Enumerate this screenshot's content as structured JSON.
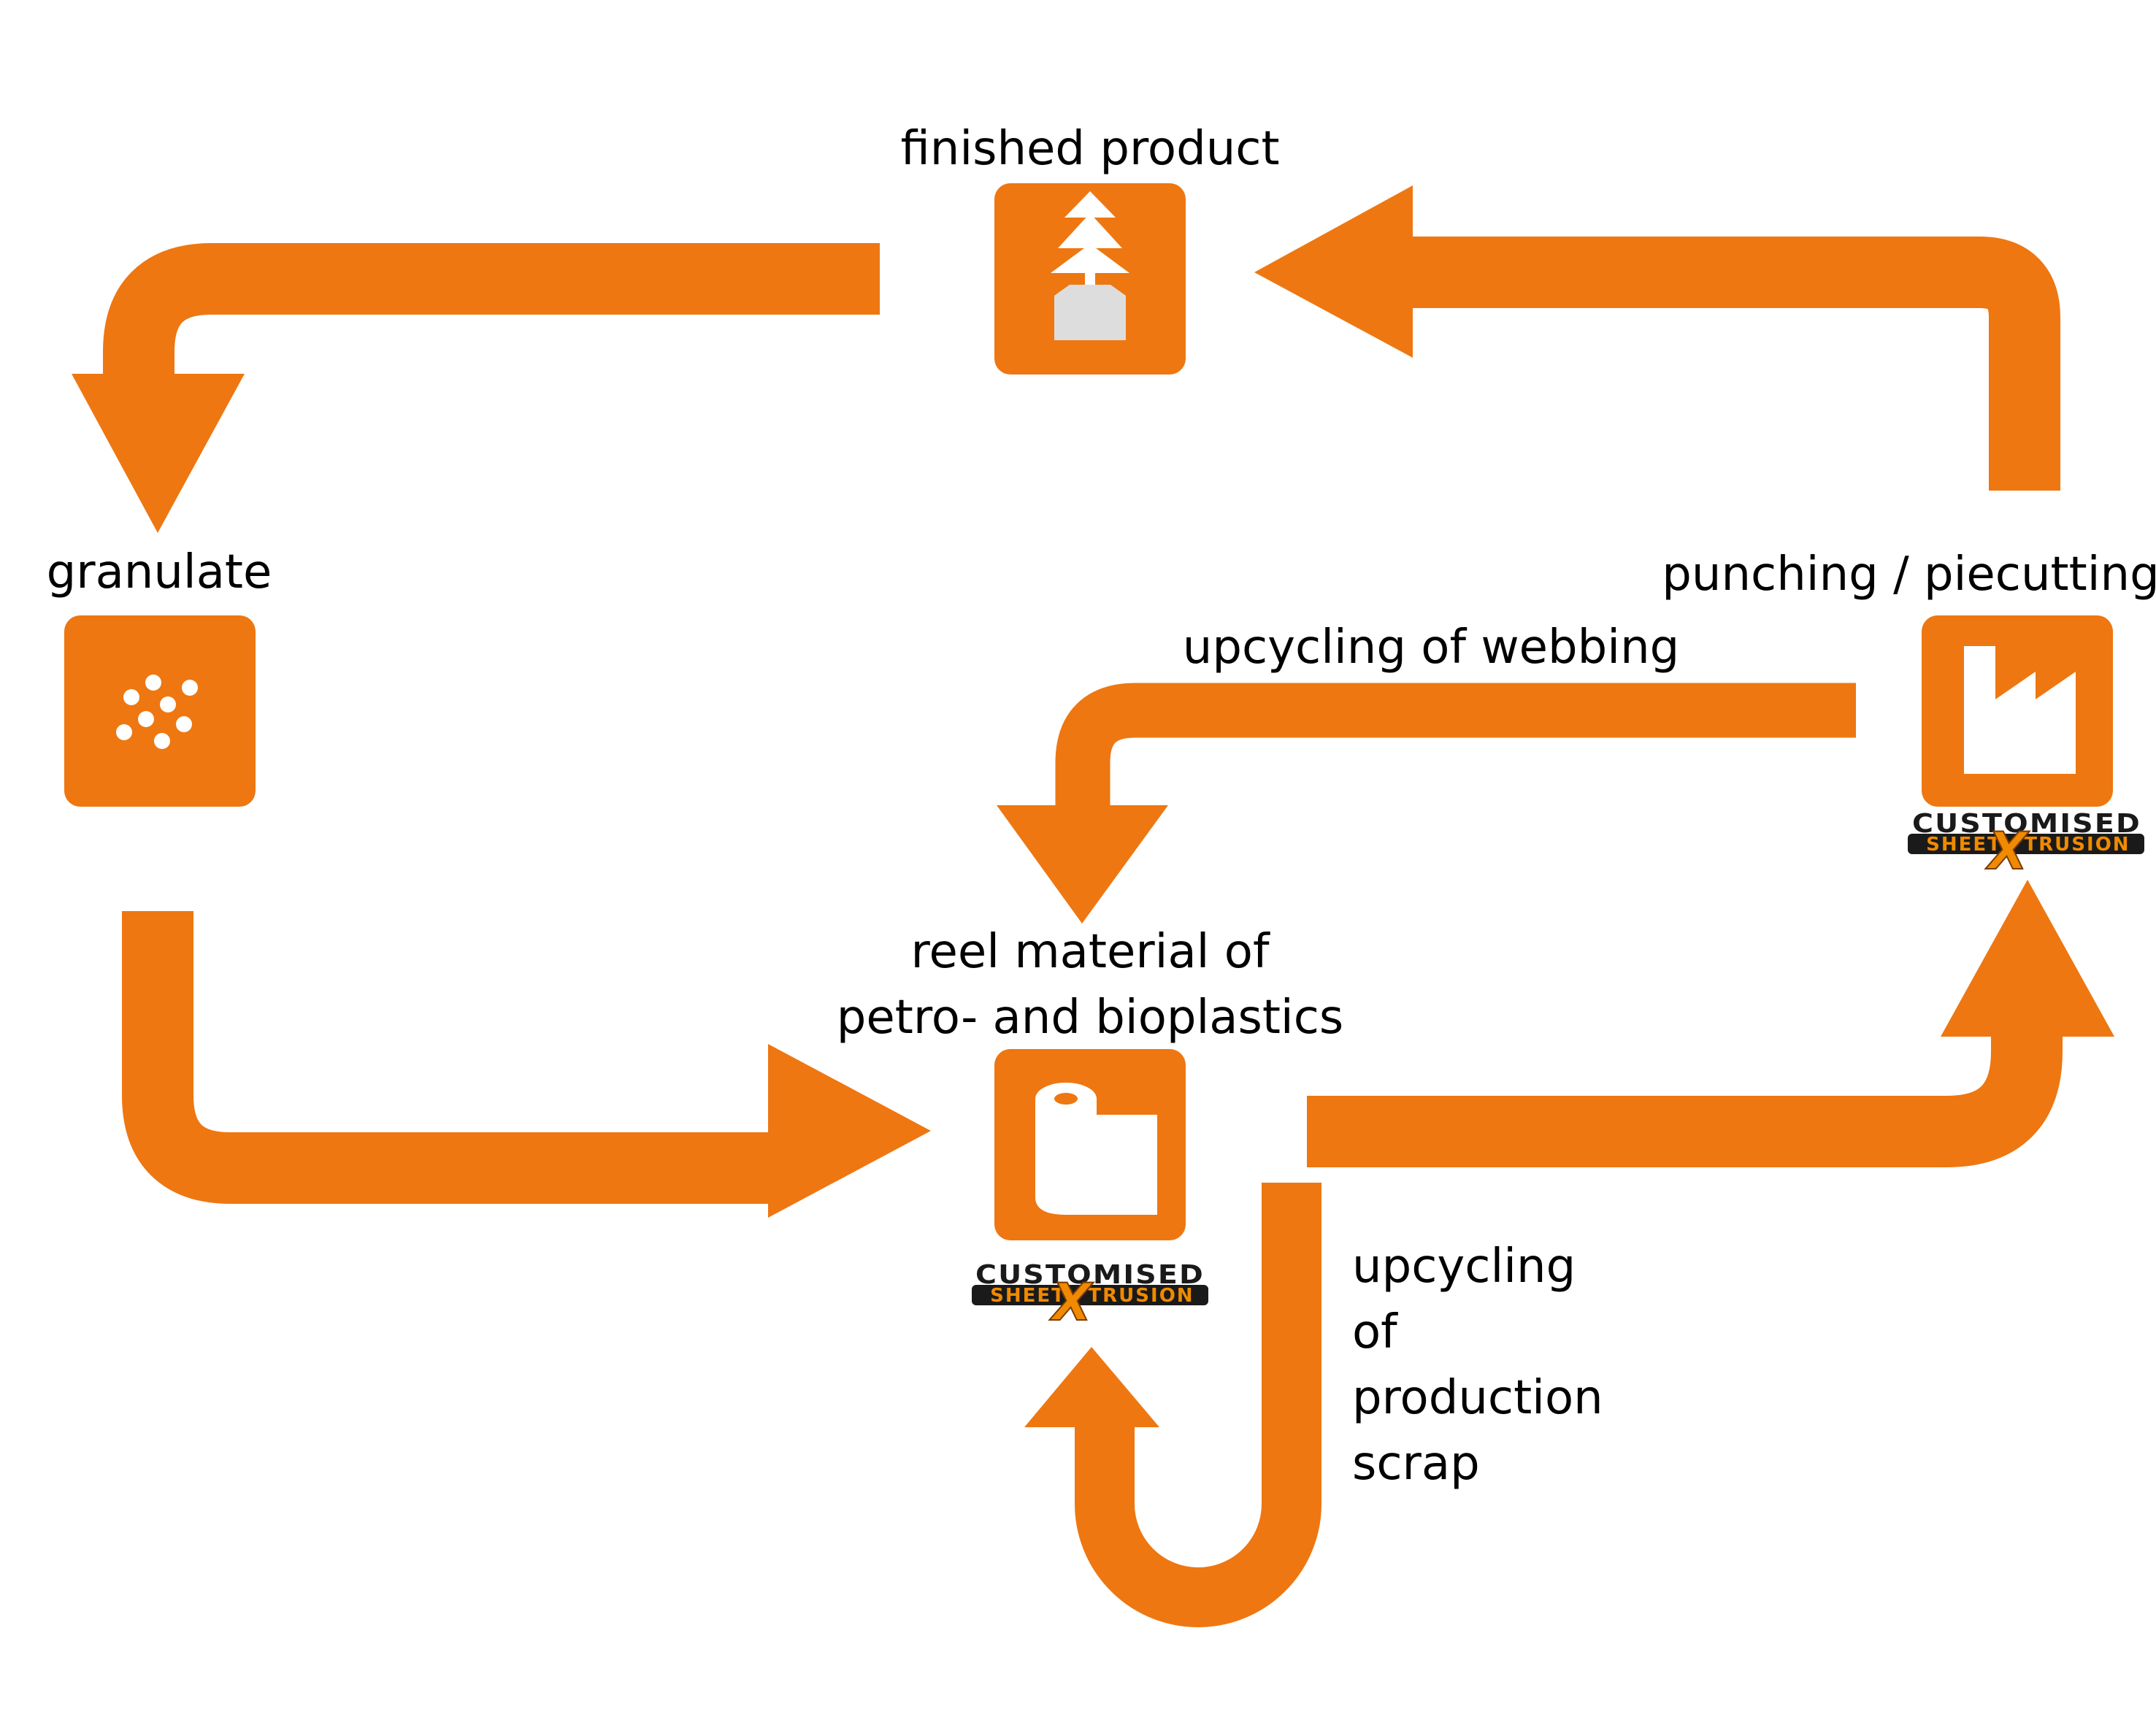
{
  "colors": {
    "accent": "#ee7711",
    "icon_fill": "#ffffff",
    "icon_base": "#dddddd",
    "logo_dark": "#1a1a1a",
    "logo_orange": "#f08a00"
  },
  "nodes": {
    "finished_product": {
      "label": "finished product",
      "icon": "tree-in-box-icon"
    },
    "granulate": {
      "label": "granulate",
      "icon": "granules-icon"
    },
    "punching": {
      "label": "punching / piecutting",
      "icon": "factory-icon"
    },
    "reel": {
      "label_line1": "reel material of",
      "label_line2": "petro- and bioplastics",
      "icon": "paper-roll-icon"
    }
  },
  "edges": {
    "webbing": {
      "label": "upcycling of webbing"
    },
    "scrap": {
      "label_lines": [
        "upcycling",
        "of",
        "production",
        "scrap"
      ]
    }
  },
  "logo": {
    "line1": "CUSTOMISED",
    "line2a": "SHEET",
    "mark": "X",
    "line2b": "TRUSION"
  }
}
